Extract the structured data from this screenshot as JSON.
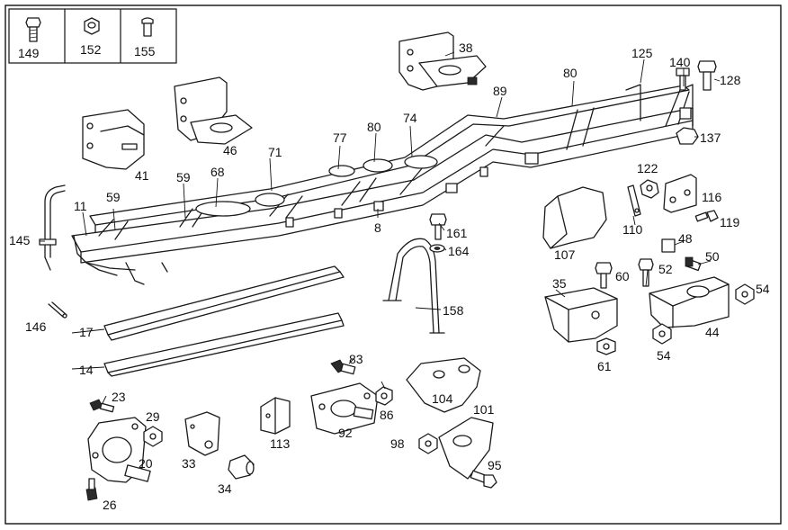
{
  "legend": [
    {
      "num": "149",
      "icon": "hex-bolt-icon"
    },
    {
      "num": "152",
      "icon": "hex-nut-icon"
    },
    {
      "num": "155",
      "icon": "rivet-icon"
    }
  ],
  "callouts": {
    "c38": "38",
    "c41": "41",
    "c46": "46",
    "c71": "71",
    "c77": "77",
    "c80a": "80",
    "c74": "74",
    "c89": "89",
    "c80b": "80",
    "c125": "125",
    "c140": "140",
    "c128": "128",
    "c137": "137",
    "c59a": "59",
    "c68": "68",
    "c11": "11",
    "c59b": "59",
    "c8": "8",
    "c145": "145",
    "c161": "161",
    "c164": "164",
    "c122": "122",
    "c116": "116",
    "c110": "110",
    "c119": "119",
    "c107": "107",
    "c48": "48",
    "c50": "50",
    "c60": "60",
    "c52": "52",
    "c35": "35",
    "c54a": "54",
    "c44": "44",
    "c61": "61",
    "c54b": "54",
    "c146": "146",
    "c17": "17",
    "c158": "158",
    "c14": "14",
    "c83": "83",
    "c23": "23",
    "c29": "29",
    "c104": "104",
    "c86": "86",
    "c101": "101",
    "c92": "92",
    "c113": "113",
    "c33": "33",
    "c20": "20",
    "c98": "98",
    "c95": "95",
    "c34": "34",
    "c26": "26"
  }
}
